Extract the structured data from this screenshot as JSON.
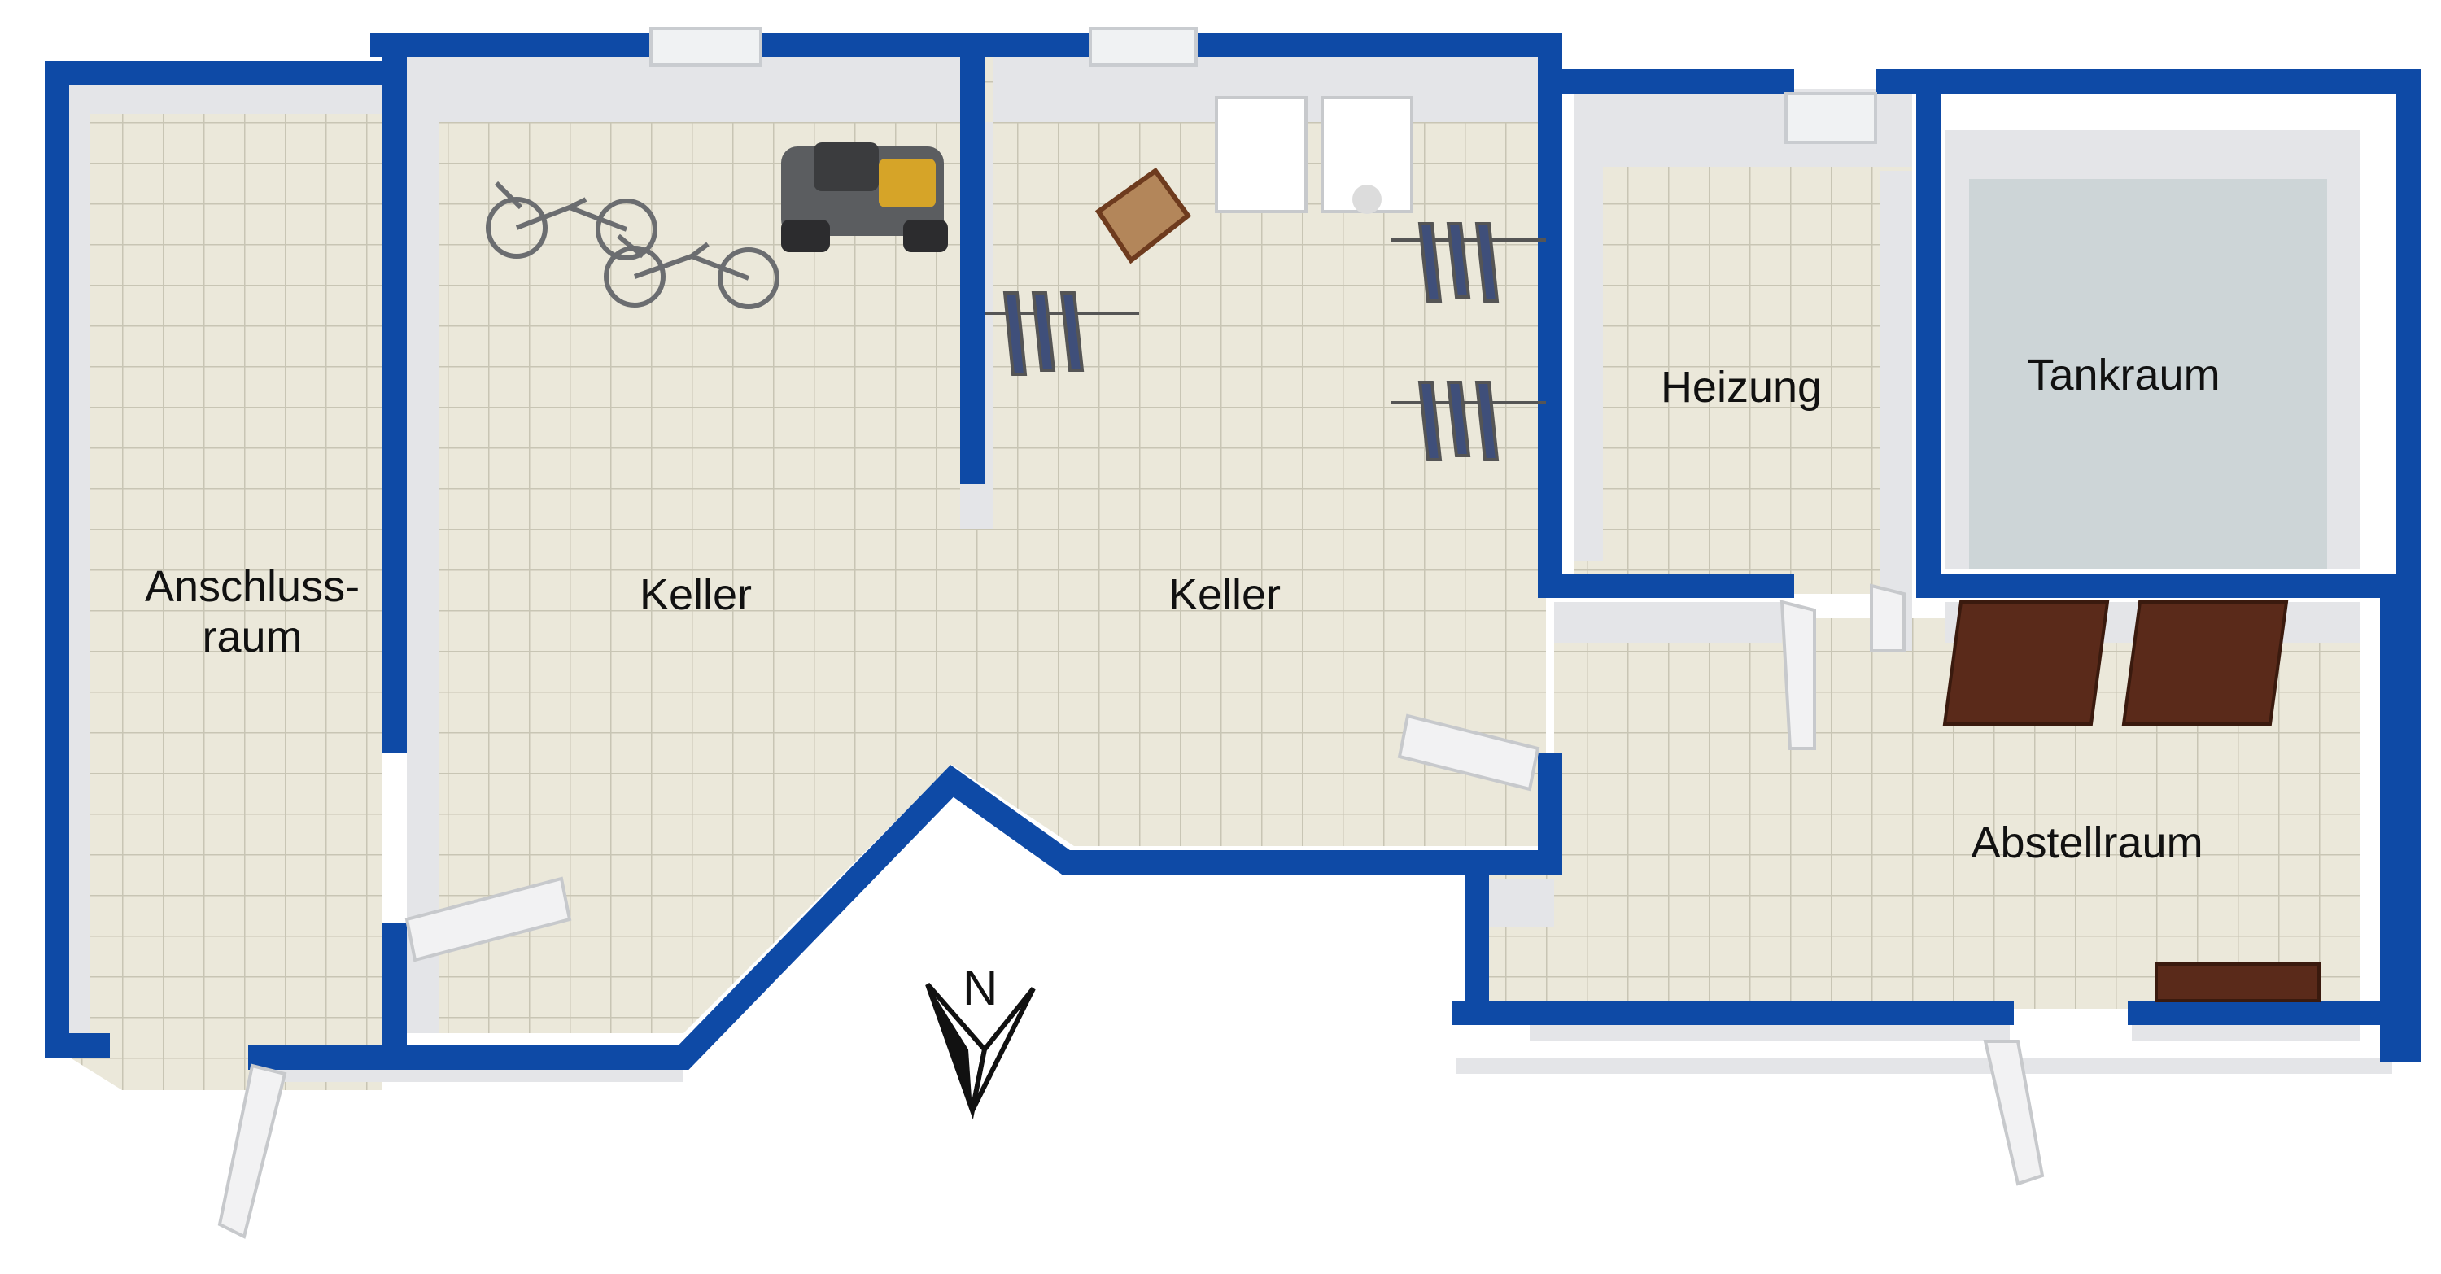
{
  "floorplan": {
    "rooms": [
      {
        "id": "anschlussraum",
        "label_line1": "Anschluss-",
        "label_line2": "raum"
      },
      {
        "id": "keller-west",
        "label": "Keller"
      },
      {
        "id": "keller-east",
        "label": "Keller"
      },
      {
        "id": "heizung",
        "label": "Heizung"
      },
      {
        "id": "tankraum",
        "label": "Tankraum"
      },
      {
        "id": "abstellraum",
        "label": "Abstellraum"
      }
    ],
    "compass": {
      "label": "N"
    },
    "colors": {
      "wall": "#0e4aa6",
      "wall_side": "#e6e7ea",
      "floor": "#e9e6d8",
      "tile_line": "#c9c6b6",
      "tank_floor": "#cfd6d8",
      "furniture_wood": "#5a2a1a"
    }
  }
}
